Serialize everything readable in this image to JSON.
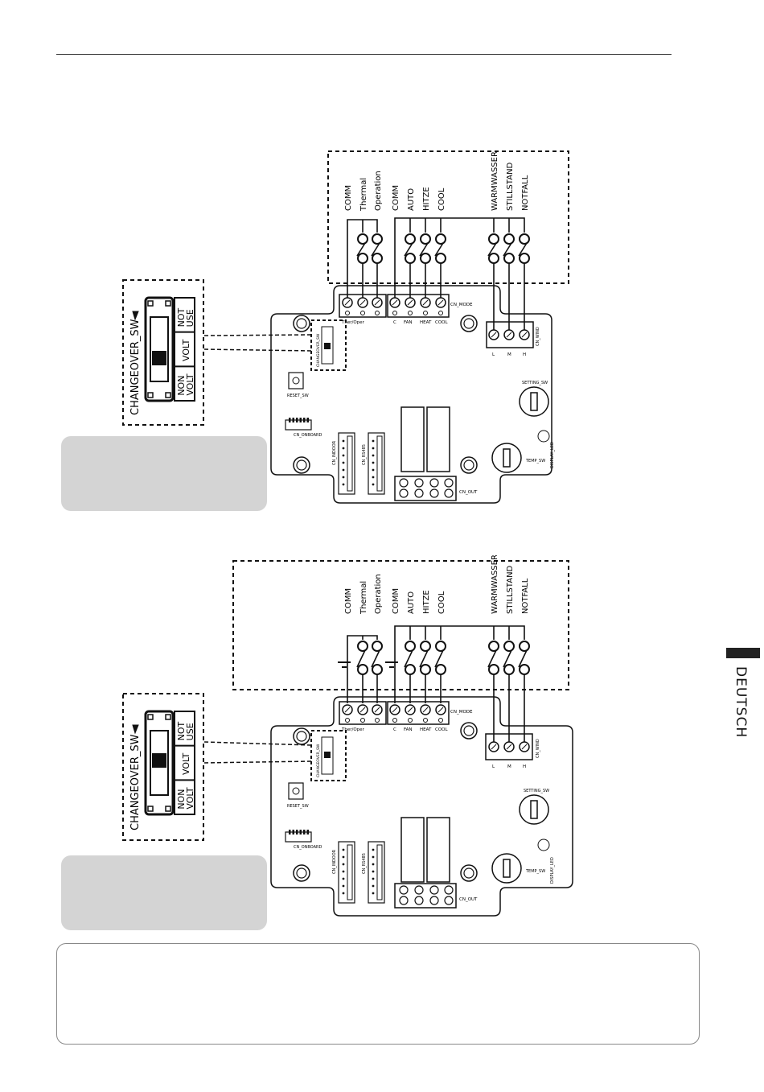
{
  "side_tab": {
    "language": "DEUTSCH"
  },
  "terminal_labels": [
    "COMM",
    "Thermal",
    "Operation",
    "COMM",
    "AUTO",
    "HITZE",
    "COOL",
    "WARMWASSER",
    "STILLSTAND",
    "NOTFALL"
  ],
  "switch_panel": {
    "title": "CHANGEOVER_SW",
    "positions": [
      "NOT USE",
      "VOLT",
      "NON VOLT"
    ]
  },
  "board": {
    "cn_mode": "CN_MODE",
    "cn_thermal": "Ther/Oper",
    "row1_labels": [
      "C",
      "FAN",
      "HEAT",
      "COOL"
    ],
    "cn_wind": "CN_WIND",
    "wind_labels": [
      "L",
      "M",
      "H"
    ],
    "reset_sw": "RESET_SW",
    "setting_sw": "SETTING_SW",
    "temp_sw": "TEMP_SW",
    "display_led": "DISPLAY_LED",
    "cn_onboard": "CN_ONBOARD",
    "cn_indoor": "CN_INDOOR",
    "cn_rs485": "CN_RS485",
    "cn_out": "CN_OUT",
    "cw_label": "CHANGEOVER_SW"
  },
  "diagrams": [
    {
      "id": "volt",
      "switch_position": "VOLT"
    },
    {
      "id": "non-volt",
      "switch_position": "VOLT"
    }
  ]
}
